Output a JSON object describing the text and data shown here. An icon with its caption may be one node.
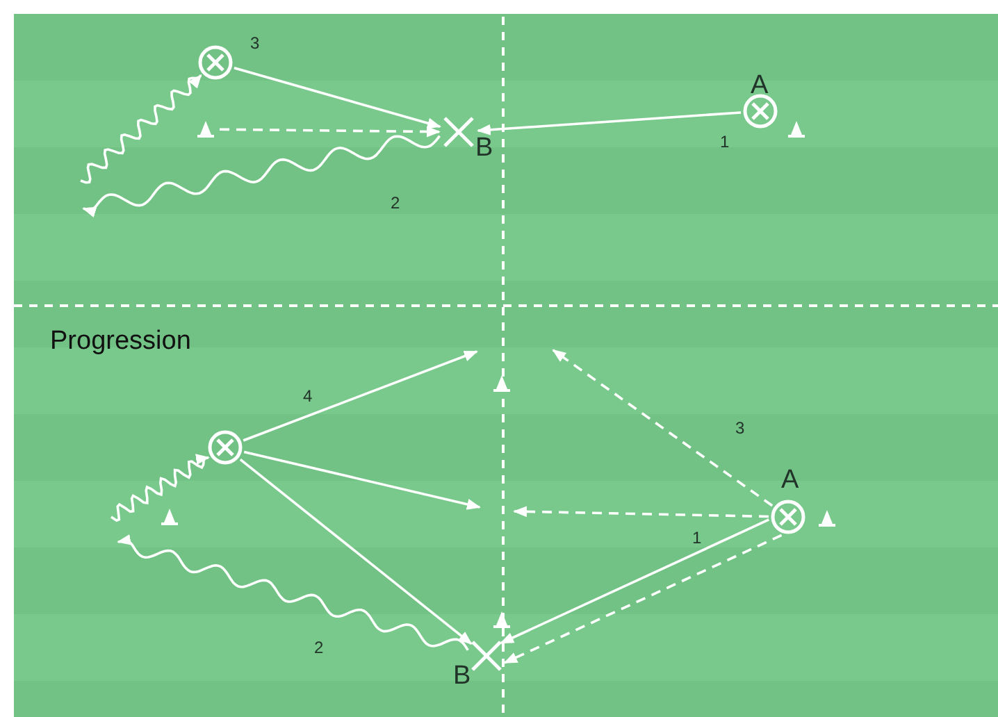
{
  "diagram": {
    "nodes": [
      {
        "text": [],
        "shape": "circle"
      },
      {
        "text": [
          "A"
        ]
      },
      {
        "text": [
          "B"
        ]
      },
      {
        "text": [],
        "shape": "triangle"
      },
      {
        "text": [],
        "shape": "circle"
      },
      {
        "text": [
          "A"
        ]
      },
      {
        "text": [
          "B"
        ]
      }
    ],
    "edges": [
      {
        "from": 1,
        "to": 2,
        "arrow": "to",
        "label": "1"
      },
      {
        "from": 2,
        "to": null,
        "arrow": "to",
        "label": "2"
      },
      {
        "from": null,
        "to": 0,
        "arrow": "to"
      },
      {
        "from": 0,
        "to": 2,
        "arrow": "to",
        "label": "3"
      },
      {
        "from": 3,
        "to": 2,
        "arrow": "to",
        "style": "dashed"
      },
      {
        "from": 5,
        "to": 6,
        "arrow": "to",
        "label": "1"
      },
      {
        "from": 6,
        "to": null,
        "arrow": "to",
        "label": "2"
      },
      {
        "from": null,
        "to": 4,
        "arrow": "to"
      },
      {
        "from": 5,
        "to": null,
        "arrow": "to",
        "label": "3",
        "style": "dashed"
      },
      {
        "from": 5,
        "to": null,
        "arrow": "to",
        "style": "dashed"
      },
      {
        "from": 5,
        "to": 6,
        "arrow": "to",
        "style": "dashed"
      },
      {
        "from": 4,
        "to": null,
        "arrow": "to",
        "label": "4"
      },
      {
        "from": 4,
        "to": null,
        "arrow": "to"
      },
      {
        "from": 4,
        "to": 6,
        "arrow": "to"
      }
    ],
    "labels": [
      "Progression"
    ]
  }
}
